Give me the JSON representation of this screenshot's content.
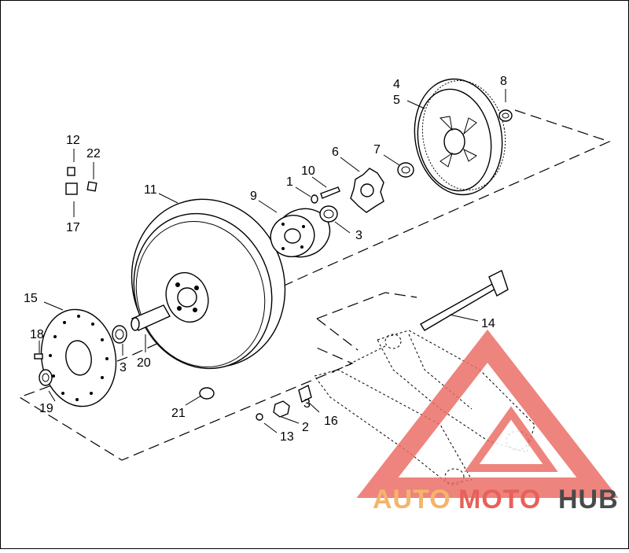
{
  "diagram": {
    "callouts": [
      "1",
      "2",
      "3",
      "3",
      "3",
      "4",
      "5",
      "6",
      "7",
      "8",
      "9",
      "10",
      "11",
      "12",
      "13",
      "14",
      "15",
      "16",
      "17",
      "18",
      "19",
      "20",
      "21",
      "22"
    ]
  },
  "watermark": {
    "part1": "AUTO",
    "part2": "MOTO",
    "part3": "HUB",
    "colors": {
      "auto": "#f4b56a",
      "moto": "#e8605a",
      "hub": "#4a4a4a"
    }
  }
}
